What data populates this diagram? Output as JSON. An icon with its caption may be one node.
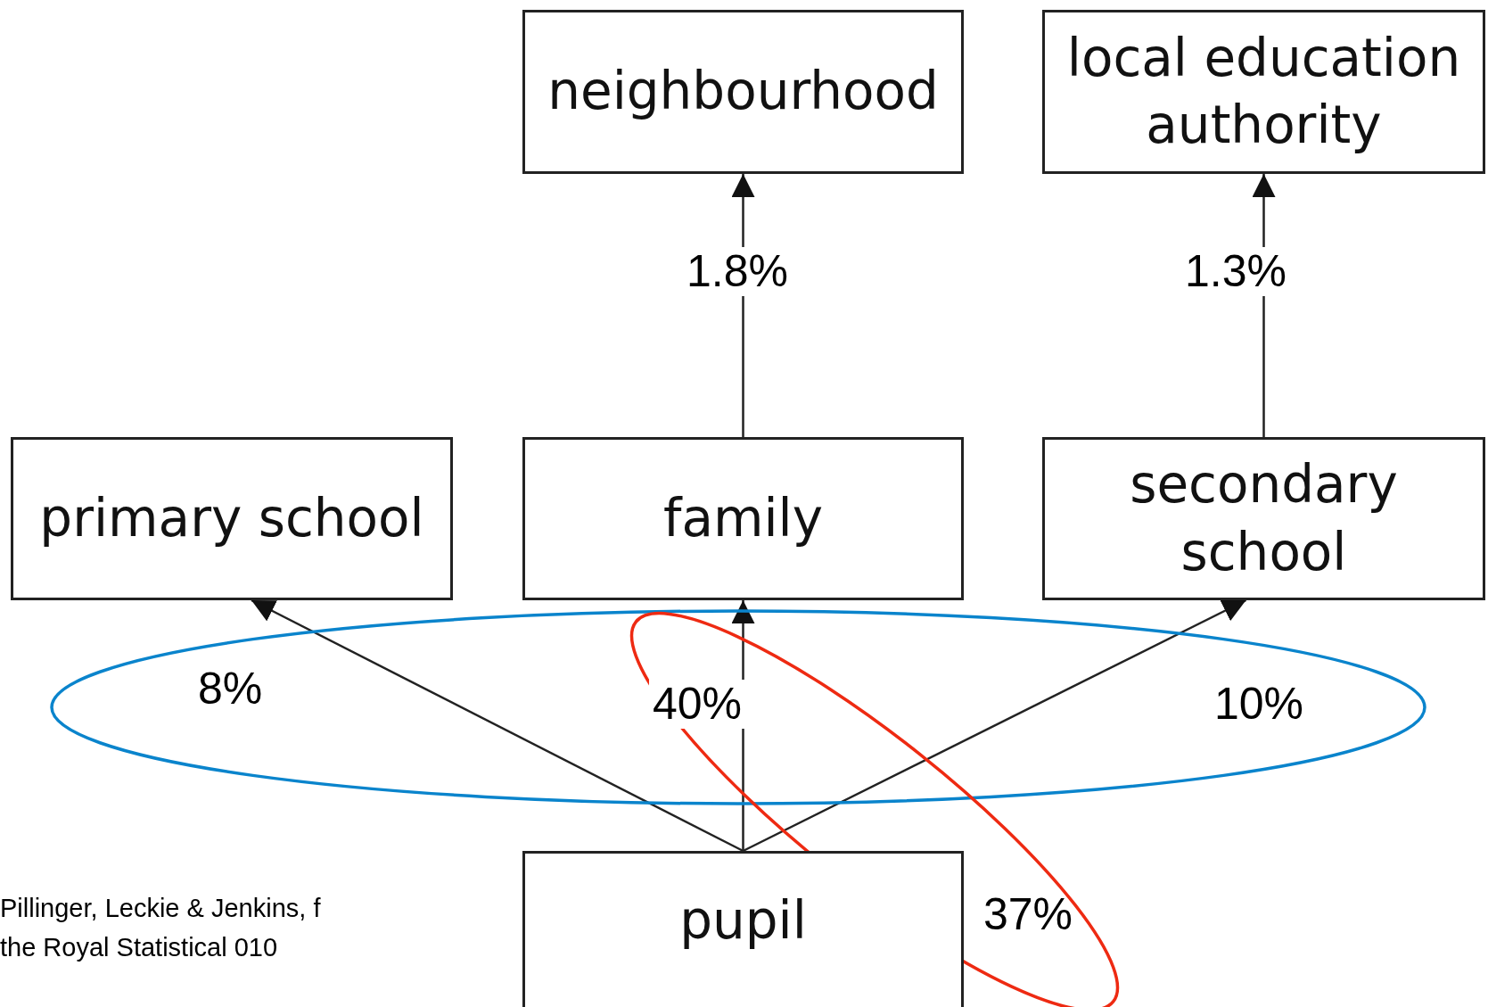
{
  "diagram": {
    "nodes": [
      {
        "text": [
          "neighbourhood"
        ]
      },
      {
        "text": [
          "local education authority"
        ]
      },
      {
        "text": [
          "primary school"
        ]
      },
      {
        "text": [
          "family"
        ]
      },
      {
        "text": [
          "secondary school"
        ]
      },
      {
        "text": [
          "pupil"
        ],
        "beside": [
          "37%"
        ]
      }
    ],
    "edges": [
      {
        "from": 5,
        "to": 2,
        "arrow": "to",
        "label": "8%"
      },
      {
        "from": 5,
        "to": 3,
        "arrow": "to",
        "label": "40%"
      },
      {
        "from": 5,
        "to": 4,
        "arrow": "to",
        "label": "10%"
      },
      {
        "from": 3,
        "to": 0,
        "arrow": "to",
        "label": "1.8%"
      },
      {
        "from": 4,
        "to": 1,
        "arrow": "to",
        "label": "1.3%"
      }
    ],
    "labels": [
      "Pillinger, Leckie & Jenkins, f the Royal Statistical 010"
    ]
  }
}
